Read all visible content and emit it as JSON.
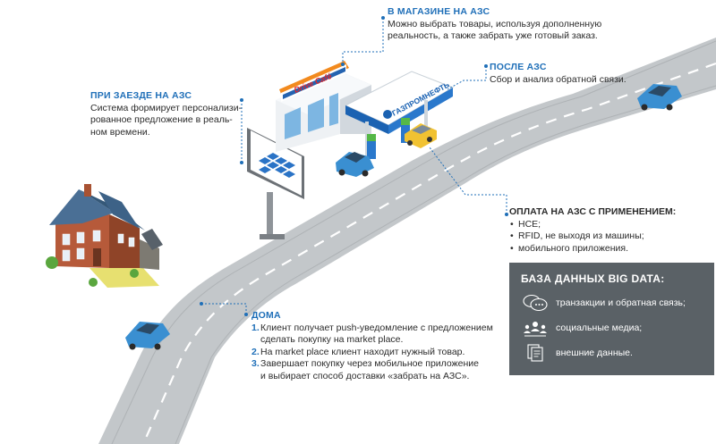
{
  "brand": {
    "cafe_sign": "Drive Café",
    "station_sign": "ГАЗПРОМНЕФТЬ"
  },
  "callouts": {
    "shop": {
      "title": "В МАГАЗИНЕ НА АЗС",
      "text": "Можно выбрать товары, используя дополненную\nреальность, а также забрать уже готовый заказ."
    },
    "after": {
      "title": "ПОСЛЕ АЗС",
      "text": "Сбор и анализ обратной связи."
    },
    "arrival": {
      "title": "ПРИ ЗАЕЗДЕ НА АЗС",
      "text": "Система формирует персонализи-\nрованное предложение в реаль-\nном времени."
    },
    "payment": {
      "title": "ОПЛАТА НА АЗС С ПРИМЕНЕНИЕМ:",
      "items": [
        "HCE;",
        "RFID, не выходя из машины;",
        "мобильного приложения."
      ]
    },
    "home": {
      "title": "ДОМА",
      "steps": [
        {
          "num": "1.",
          "text": "Клиент получает push-уведомление с предложением\nсделать покупку на market place."
        },
        {
          "num": "2.",
          "text": "На market place клиент находит нужный товар."
        },
        {
          "num": "3.",
          "text": "Завершает покупку через мобильное приложение\nи выбирает способ доставки «забрать на АЗС»."
        }
      ]
    }
  },
  "bigdata": {
    "title": "БАЗА ДАННЫХ BIG DATA:",
    "rows": [
      {
        "icon": "chat-bubbles-icon",
        "text": "транзакции и обратная связь;"
      },
      {
        "icon": "people-network-icon",
        "text": "социальные медиа;"
      },
      {
        "icon": "documents-icon",
        "text": "внешние данные."
      }
    ]
  },
  "colors": {
    "accent_blue": "#1f6fb8",
    "road": "#bfc3c6",
    "panel": "#5a6166",
    "car": "#3a8fd1",
    "leader": "#1f6fb8"
  }
}
